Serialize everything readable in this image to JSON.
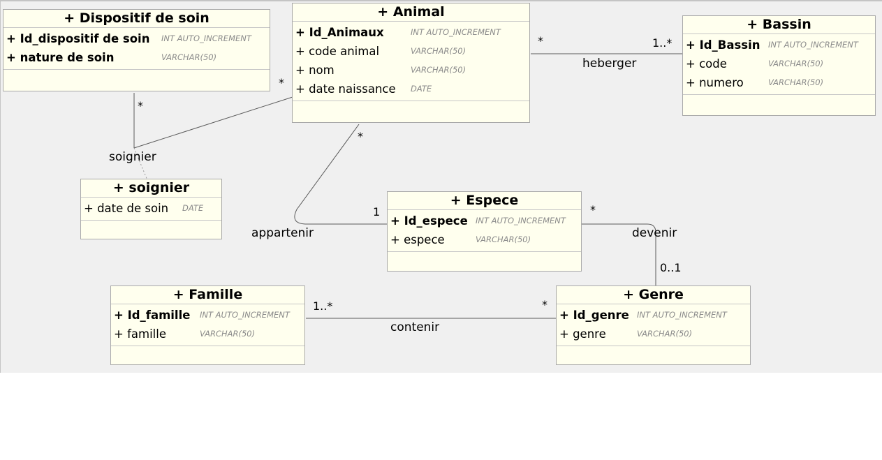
{
  "entities": {
    "dispositif": {
      "title": "+ Dispositif de soin",
      "attributes": [
        {
          "name": "+ Id_dispositif de soin",
          "type": "INT AUTO_INCREMENT"
        },
        {
          "name": "+ nature de soin",
          "type": "VARCHAR(50)"
        }
      ]
    },
    "animal": {
      "title": "+ Animal",
      "attributes": [
        {
          "name": "+ Id_Animaux",
          "type": "INT AUTO_INCREMENT"
        },
        {
          "name": "+ code animal",
          "type": "VARCHAR(50)"
        },
        {
          "name": "+ nom",
          "type": "VARCHAR(50)"
        },
        {
          "name": "+ date naissance",
          "type": "DATE"
        }
      ]
    },
    "bassin": {
      "title": "+ Bassin",
      "attributes": [
        {
          "name": "+ Id_Bassin",
          "type": "INT AUTO_INCREMENT"
        },
        {
          "name": "+ code",
          "type": "VARCHAR(50)"
        },
        {
          "name": "+ numero",
          "type": "VARCHAR(50)"
        }
      ]
    },
    "soignier": {
      "title": "+ soignier",
      "attributes": [
        {
          "name": "+ date de soin",
          "type": "DATE"
        }
      ]
    },
    "espece": {
      "title": "+ Espece",
      "attributes": [
        {
          "name": "+ Id_espece",
          "type": "INT AUTO_INCREMENT"
        },
        {
          "name": "+ espece",
          "type": "VARCHAR(50)"
        }
      ]
    },
    "famille": {
      "title": "+ Famille",
      "attributes": [
        {
          "name": "+ Id_famille",
          "type": "INT AUTO_INCREMENT"
        },
        {
          "name": "+ famille",
          "type": "VARCHAR(50)"
        }
      ]
    },
    "genre": {
      "title": "+ Genre",
      "attributes": [
        {
          "name": "+ Id_genre",
          "type": "INT AUTO_INCREMENT"
        },
        {
          "name": "+ genre",
          "type": "VARCHAR(50)"
        }
      ]
    }
  },
  "associations": {
    "heberger": {
      "label": "heberger",
      "card_animal": "*",
      "card_bassin": "1..*"
    },
    "soignier": {
      "label": "soignier",
      "card_dispositif": "*",
      "card_animal": "*"
    },
    "appartenir": {
      "label": "appartenir",
      "card_animal": "*",
      "card_espece": "1"
    },
    "devenir": {
      "label": "devenir",
      "card_espece": "*",
      "card_genre": "0..1"
    },
    "contenir": {
      "label": "contenir",
      "card_famille": "1..*",
      "card_genre": "*"
    }
  },
  "colors": {
    "entity_fill": "#ffffee",
    "entity_border": "#a9a9a9",
    "canvas": "#f0f0f0",
    "link": "#5a5a5a",
    "type_text": "#8a8a8a"
  }
}
